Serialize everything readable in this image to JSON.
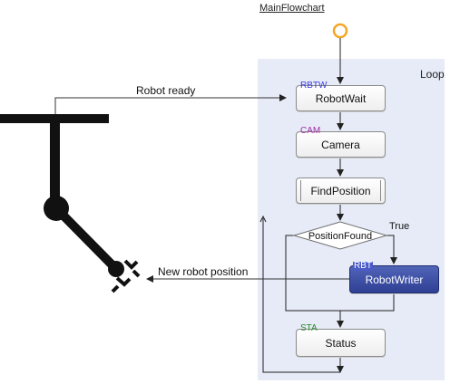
{
  "flowchart": {
    "title": "MainFlowchart",
    "loop_label": "Loop",
    "nodes": {
      "robot_wait": {
        "tag": "RBTW",
        "label": "RobotWait"
      },
      "camera": {
        "tag": "CAM",
        "label": "Camera"
      },
      "find_position": {
        "label": "FindPosition"
      },
      "position_found": {
        "label": "PositionFound",
        "true_label": "True"
      },
      "robot_writer": {
        "tag": "RBT",
        "label": "RobotWriter"
      },
      "status": {
        "tag": "STA",
        "label": "Status"
      }
    }
  },
  "external": {
    "robot_ready_label": "Robot ready",
    "new_position_label": "New robot position"
  },
  "colors": {
    "start_node": "#f5a623",
    "loop_panel": "#e6ebf7",
    "selected_node": "#3a4ca5",
    "robot_arm": "#111111"
  }
}
